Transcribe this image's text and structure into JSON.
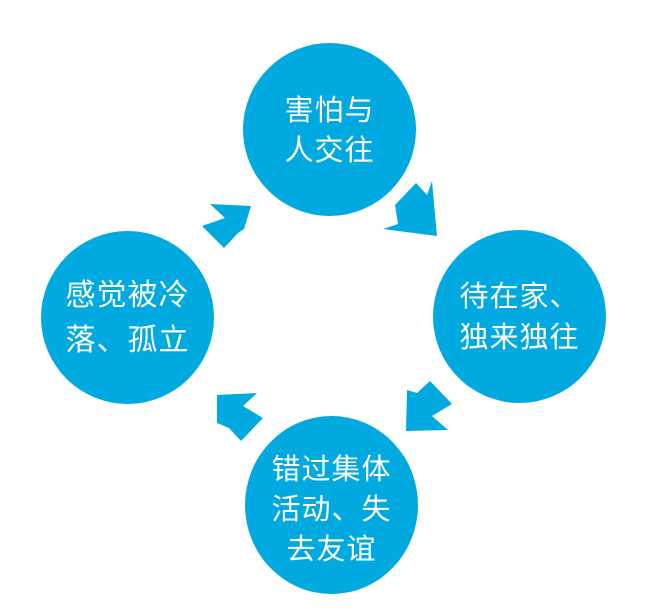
{
  "colors": {
    "node_fill": "#00a9e0",
    "arrow_fill": "#00a9e0",
    "text": "#ffffff",
    "background": "#ffffff"
  },
  "cycle": {
    "nodes": [
      {
        "id": "top",
        "lines": [
          "害怕与",
          "人交往"
        ]
      },
      {
        "id": "right",
        "lines": [
          "待在家、",
          "独来独往"
        ]
      },
      {
        "id": "bottom",
        "lines": [
          "错过集体",
          "活动、失",
          "去友谊"
        ]
      },
      {
        "id": "left",
        "lines": [
          "感觉被冷",
          "落、孤立"
        ]
      }
    ]
  }
}
